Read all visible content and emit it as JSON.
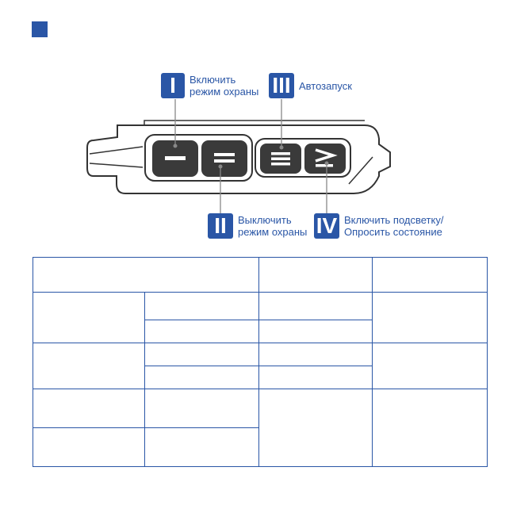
{
  "callouts": [
    {
      "numeral": "I",
      "text": "Включить\nрежим охраны"
    },
    {
      "numeral": "II",
      "text": "Выключить\nрежим охраны"
    },
    {
      "numeral": "III",
      "text": "Автозапуск"
    },
    {
      "numeral": "IV",
      "text": "Включить подсветку/\nОпросить состояние"
    }
  ],
  "colors": {
    "accent": "#2a56a6",
    "outline": "#333333",
    "button": "#3a3a3a"
  },
  "icons": [
    "button-one-bar-icon",
    "button-two-bars-icon",
    "button-three-bars-icon",
    "button-greater-equal-icon"
  ]
}
